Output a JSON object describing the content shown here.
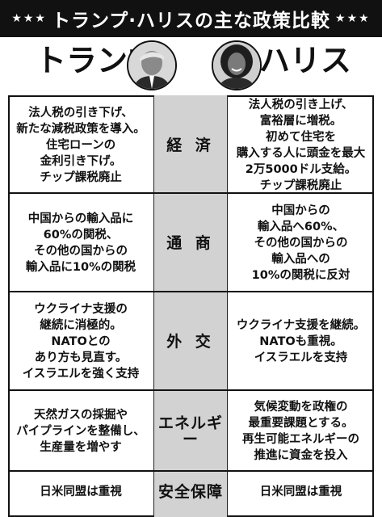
{
  "title": {
    "stars_left": "★★★",
    "text": "トランプ·ハリスの主な政策比較",
    "stars_right": "★★★"
  },
  "candidates": {
    "left": "トランプ",
    "right": "ハリス"
  },
  "rows": [
    {
      "category": "経 済",
      "trump": "法人税の引き下げ、\n新たな減税政策を導入。\n住宅ローンの\n金利引き下げ。\nチップ課税廃止",
      "harris": "法人税の引き上げ、\n富裕層に増税。\n初めて住宅を\n購入する人に頭金を最大\n2万5000ドル支給。\nチップ課税廃止"
    },
    {
      "category": "通 商",
      "trump": "中国からの輸入品に\n60%の関税、\nその他の国からの\n輸入品に10%の関税",
      "harris": "中国からの\n輸入品へ60%、\nその他の国からの\n輸入品への\n10%の関税に反対"
    },
    {
      "category": "外 交",
      "trump": "ウクライナ支援の\n継続に消極的。\nNATOとの\nあり方も見直す。\nイスラエルを強く支持",
      "harris": "ウクライナ支援を継続。\nNATOも重視。\nイスラエルを支持"
    },
    {
      "category": "エネルギー",
      "trump": "天然ガスの採掘や\nパイプラインを整備し、\n生産量を増やす",
      "harris": "気候変動を政権の\n最重要課題とする。\n再生可能エネルギーの\n推進に資金を投入"
    },
    {
      "category": "安全保障",
      "trump": "日米同盟は重視",
      "harris": "日米同盟は重視"
    }
  ]
}
